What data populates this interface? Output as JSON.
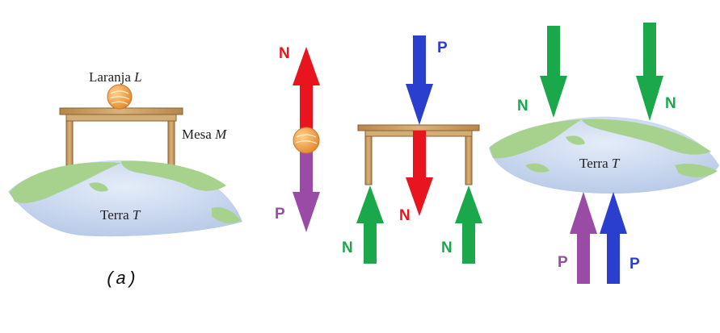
{
  "panel_a": {
    "orange_label_text": "Laranja ",
    "orange_label_var": "L",
    "table_label_text": "Mesa ",
    "table_label_var": "M",
    "earth_label_text": "Terra ",
    "earth_label_var": "T",
    "caption": "(a)"
  },
  "orange_fbd": {
    "up_force": "N",
    "down_force": "P"
  },
  "table_fbd": {
    "top_force": "P",
    "middle_force": "N",
    "left_leg_force": "N",
    "right_leg_force": "N"
  },
  "earth_fbd": {
    "left_top_force": "N",
    "right_top_force": "N",
    "earth_label_text": "Terra ",
    "earth_label_var": "T",
    "bottom_left_force": "P",
    "bottom_right_force": "P"
  },
  "colors": {
    "normal_red": "#e8141e",
    "weight_purple": "#9a4ba6",
    "weight_blue": "#2b3fcf",
    "normal_green": "#1aa84a",
    "wood": "#c9a169",
    "earth_sea": "#c7d5ec",
    "earth_land": "#9bcf86",
    "orange": "#f0a24a"
  }
}
